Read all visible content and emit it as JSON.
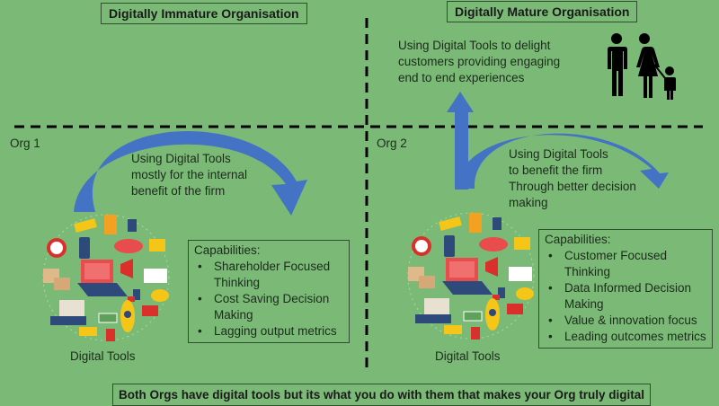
{
  "left": {
    "title": "Digitally Immature Organisation",
    "org_label": "Org 1",
    "arrow_text": [
      "Using Digital Tools",
      "mostly for the internal",
      "benefit of the firm"
    ],
    "tools_label": "Digital Tools",
    "capabilities": {
      "heading": "Capabilities:",
      "items": [
        "Shareholder Focused Thinking",
        "Cost Saving Decision Making",
        "Lagging output metrics"
      ]
    }
  },
  "right": {
    "title": "Digitally Mature Organisation",
    "org_label": "Org 2",
    "top_text": [
      "Using Digital Tools to delight",
      "customers providing engaging",
      "end to end experiences"
    ],
    "arrow_text": [
      "Using Digital Tools",
      "to benefit the firm",
      "Through better decision",
      "making"
    ],
    "tools_label": "Digital Tools",
    "capabilities": {
      "heading": "Capabilities:",
      "items": [
        "Customer Focused Thinking",
        "Data Informed Decision Making",
        "Value & innovation focus",
        "Leading outcomes metrics"
      ]
    }
  },
  "footer": "Both Orgs have digital tools but its what you do with them that makes your Org truly digital",
  "icons": [
    "family-icon",
    "digital-tools-cluster-icon",
    "curved-arrow-icon",
    "up-arrow-icon"
  ],
  "colors": {
    "background": "#7bba76",
    "arrow": "#4472c4",
    "divider": "#000000"
  }
}
